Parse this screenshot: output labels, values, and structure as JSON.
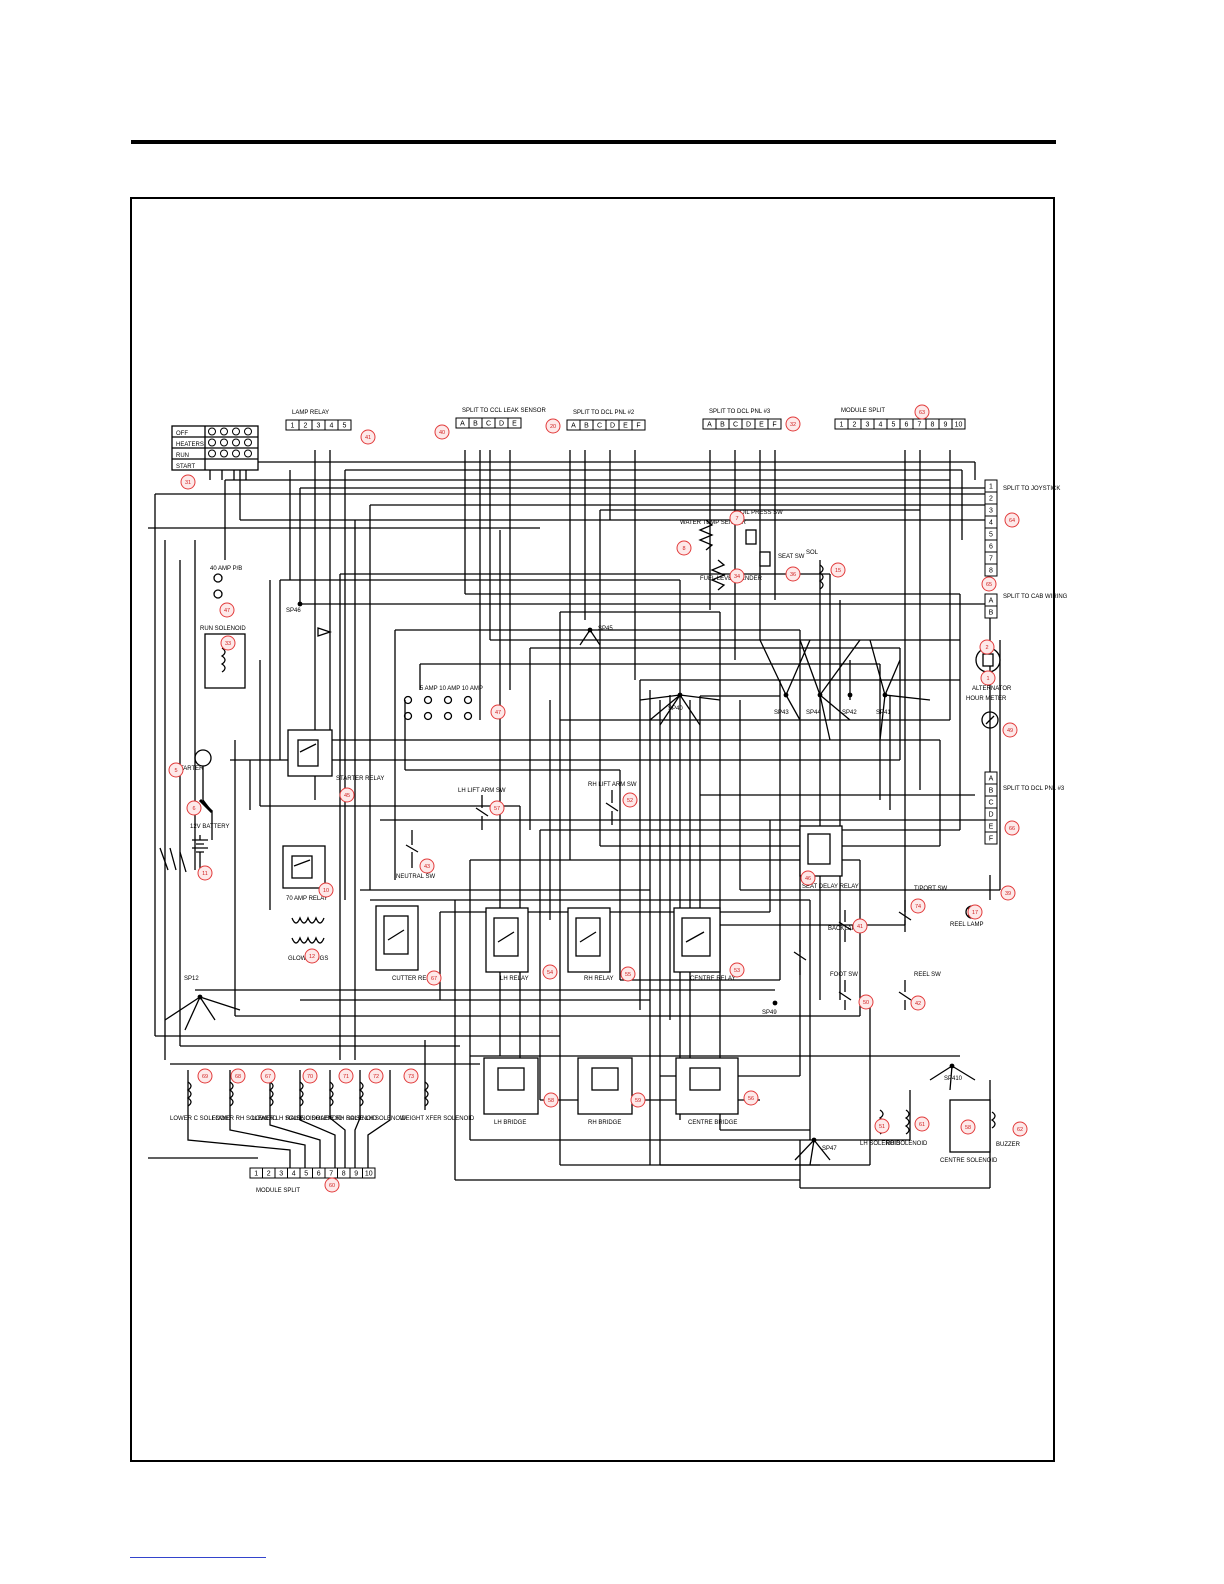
{
  "diagram": {
    "ignition_switch": {
      "positions": [
        "OFF",
        "HEATERS",
        "RUN",
        "START"
      ],
      "ref": "31"
    },
    "connectors": [
      {
        "key": "lamp_relay",
        "label": "LAMP RELAY",
        "ref": "41",
        "pins": [
          "1",
          "2",
          "3",
          "4",
          "5"
        ]
      },
      {
        "key": "leak_sensor",
        "label": "SPLIT TO CCL LEAK SENSOR",
        "ref": "40",
        "pins": [
          "A",
          "B",
          "C",
          "D",
          "E"
        ]
      },
      {
        "key": "dcl_pnl_a",
        "label": "SPLIT TO DCL PNL #2",
        "ref": "20",
        "pins": [
          "A",
          "B",
          "C",
          "D",
          "E",
          "F"
        ]
      },
      {
        "key": "dcl_pnl_b",
        "label": "SPLIT TO DCL PNL #3",
        "ref": "32",
        "pins": [
          "A",
          "B",
          "C",
          "D",
          "E",
          "F"
        ]
      },
      {
        "key": "module",
        "label": "MODULE SPLIT",
        "ref": "63",
        "pins": [
          "1",
          "2",
          "3",
          "4",
          "5",
          "6",
          "7",
          "8",
          "9",
          "10"
        ]
      },
      {
        "key": "joystick",
        "label": "SPLIT TO JOYSTICK",
        "ref": "64",
        "pins": [
          "1",
          "2",
          "3",
          "4",
          "5",
          "6",
          "7",
          "8"
        ]
      },
      {
        "key": "cab_wiring",
        "label": "SPLIT TO CAB WIRING",
        "ref": "65",
        "pins": [
          "A",
          "B"
        ]
      },
      {
        "key": "dcl_pnl_c",
        "label": "SPLIT TO DCL PNL #3",
        "ref": "66",
        "pins": [
          "A",
          "B",
          "C",
          "D",
          "E",
          "F"
        ]
      },
      {
        "key": "module_bottom",
        "label": "MODULE SPLIT",
        "ref": "60",
        "pins": [
          "1",
          "2",
          "3",
          "4",
          "5",
          "6",
          "7",
          "8",
          "9",
          "10"
        ]
      }
    ],
    "components": [
      {
        "key": "battery",
        "label": "12V BATTERY",
        "ref": "6"
      },
      {
        "key": "starter",
        "label": "STARTER",
        "ref": "5"
      },
      {
        "key": "starter_relay",
        "label": "STARTER RELAY",
        "ref": "45"
      },
      {
        "key": "glow_relay",
        "label": "70 AMP RELAY",
        "ref": "10"
      },
      {
        "key": "glow_plugs",
        "label": "GLOW PLUGS",
        "ref": "12"
      },
      {
        "key": "fuse_main",
        "label": "",
        "ref": "11"
      },
      {
        "key": "run_solenoid",
        "label": "RUN SOLENOID",
        "ref": "33"
      },
      {
        "key": "fuse_40a",
        "label": "40 AMP P/B",
        "ref": "47"
      },
      {
        "key": "fuses_panel",
        "label": "5 AMP 10 AMP 10 AMP",
        "ref": "47"
      },
      {
        "key": "neutral_sw",
        "label": "NEUTRAL SW",
        "ref": "43"
      },
      {
        "key": "lh_lift_arm",
        "label": "LH LIFT ARM SW",
        "ref": "57"
      },
      {
        "key": "rh_lift_arm",
        "label": "RH LIFT ARM SW",
        "ref": "52"
      },
      {
        "key": "water_temp",
        "label": "WATER TEMP SENDER",
        "ref": "8"
      },
      {
        "key": "oil_press",
        "label": "OIL PRESS SW",
        "ref": "7"
      },
      {
        "key": "fuel_level",
        "label": "FUEL LEVEL SENDER",
        "ref": "34"
      },
      {
        "key": "seat_sw",
        "label": "SEAT SW",
        "ref": "36"
      },
      {
        "key": "sol_valve",
        "label": "SOL",
        "ref": "15"
      },
      {
        "key": "alternator",
        "label": "ALTERNATOR",
        "ref": "2"
      },
      {
        "key": "alt_diode",
        "label": "",
        "ref": "1"
      },
      {
        "key": "hour_meter",
        "label": "HOUR METER",
        "ref": "49"
      },
      {
        "key": "seat_relay",
        "label": "SEAT DELAY RELAY",
        "ref": "46"
      },
      {
        "key": "reel_fuse",
        "label": "",
        "ref": "39"
      },
      {
        "key": "reel_sw",
        "label": "T/PORT SW",
        "ref": "74"
      },
      {
        "key": "reel_lamp",
        "label": "REEL LAMP",
        "ref": "17"
      },
      {
        "key": "backlap_sw",
        "label": "BACKLAP SW",
        "ref": "41"
      },
      {
        "key": "reel_sw2",
        "label": "REEL SW",
        "ref": "42"
      },
      {
        "key": "foot_sw",
        "label": "FOOT SW",
        "ref": "50"
      },
      {
        "key": "cutter_relay",
        "label": "CUTTER RELAY",
        "ref": "67"
      },
      {
        "key": "lh_relay",
        "label": "LH RELAY",
        "ref": "54"
      },
      {
        "key": "rh_relay",
        "label": "RH RELAY",
        "ref": "55"
      },
      {
        "key": "centre_relay",
        "label": "CENTRE RELAY",
        "ref": "53"
      },
      {
        "key": "lh_bridge",
        "label": "LH BRIDGE",
        "ref": "58"
      },
      {
        "key": "rh_bridge",
        "label": "RH BRIDGE",
        "ref": "59"
      },
      {
        "key": "centre_bridge",
        "label": "CENTRE BRIDGE",
        "ref": "56"
      },
      {
        "key": "lh_solenoid",
        "label": "LH SOLENOID",
        "ref": "51"
      },
      {
        "key": "rh_solenoid",
        "label": "RH SOLENOID",
        "ref": "61"
      },
      {
        "key": "centre_solenoid",
        "label": "CENTRE SOLENOID",
        "ref": "58"
      },
      {
        "key": "buzzer",
        "label": "BUZZER",
        "ref": "62"
      },
      {
        "key": "lower_c",
        "label": "LOWER C SOLENOID",
        "ref": "69"
      },
      {
        "key": "lower_rh",
        "label": "LOWER RH SOLENOID",
        "ref": "68"
      },
      {
        "key": "lower_lh",
        "label": "LOWER LH SOLENOID",
        "ref": "67"
      },
      {
        "key": "raise_c",
        "label": "RAISE C SOLENOID",
        "ref": "70"
      },
      {
        "key": "raise_rh",
        "label": "RAISE RH SOLENOID",
        "ref": "71"
      },
      {
        "key": "raise_lh",
        "label": "RAISE LH SOLENOID",
        "ref": "72"
      },
      {
        "key": "weight_xfer",
        "label": "WEIGHT XFER SOLENOID",
        "ref": "73"
      }
    ],
    "splices": [
      "SP46",
      "SP45",
      "SP40",
      "SP43",
      "SP44",
      "SP42",
      "SP41",
      "SP12",
      "SP49",
      "SP47",
      "SP410"
    ]
  }
}
